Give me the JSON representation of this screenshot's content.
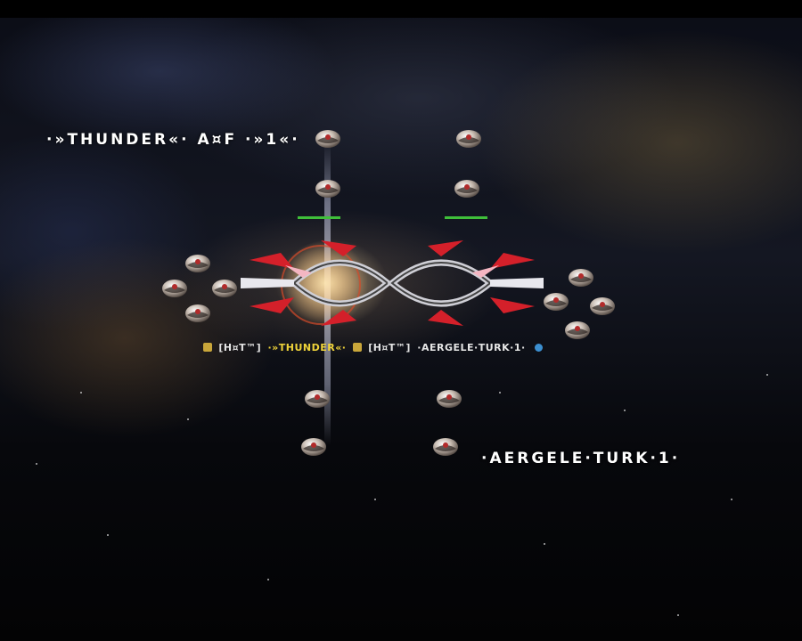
{
  "players": {
    "left_name": "·»THUNDER«· A¤F ·»1«·",
    "right_name": "·AERGELE·TURK·1·"
  },
  "labels": {
    "left_clan": "[H¤T™]",
    "left_player": "·»THUNDER«·",
    "right_clan": "[H¤T™]",
    "right_player": "·AERGELE·TURK·1·"
  },
  "icons": {
    "rank_badge": "rank-badge-icon",
    "faction": "globe-icon"
  },
  "colors": {
    "hp_bar": "#3fbf3a",
    "highlight_name": "#f0d43a",
    "ship_red": "#d4202a"
  }
}
